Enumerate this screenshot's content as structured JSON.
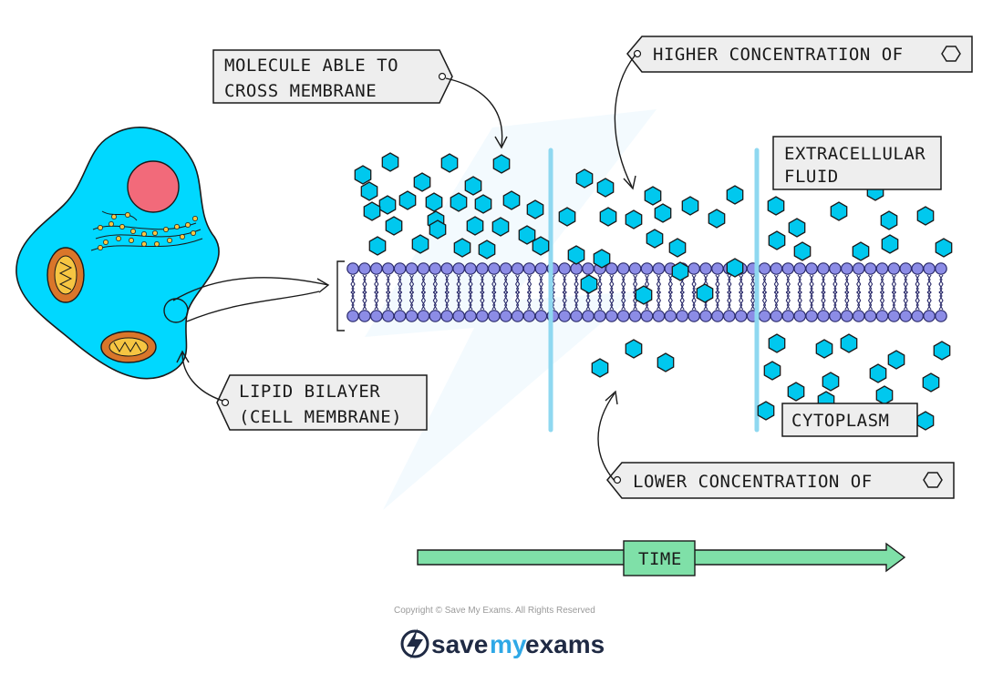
{
  "labels": {
    "molecule": [
      "MOLECULE  ABLE  TO",
      "CROSS  MEMBRANE"
    ],
    "higher": "HIGHER  CONCENTRATION  OF",
    "lower": "LOWER  CONCENTRATION  OF",
    "extracellular": [
      "EXTRACELLULAR",
      "FLUID"
    ],
    "cytoplasm": "CYTOPLASM",
    "lipid": [
      "LIPID  BILAYER",
      "(CELL  MEMBRANE)"
    ],
    "time": "TIME"
  },
  "footer": {
    "copyright": "Copyright © Save My Exams. All Rights Reserved",
    "brand_save": "save",
    "brand_my": "my",
    "brand_exams": "exams"
  },
  "colors": {
    "molecule": "#00c8ee",
    "cell": "#00d8ff",
    "nucleus": "#f26a7a",
    "mitochondria": "#d9762a",
    "phospholipid_head": "#8c8ce6",
    "time_arrow": "#7fe0a8",
    "divider": "#8fd8f0",
    "brand_dark": "#1f2a44",
    "brand_accent": "#2fa8e6"
  },
  "icons": {
    "molecule": "hexagon-icon",
    "time": "right-arrow-icon"
  }
}
